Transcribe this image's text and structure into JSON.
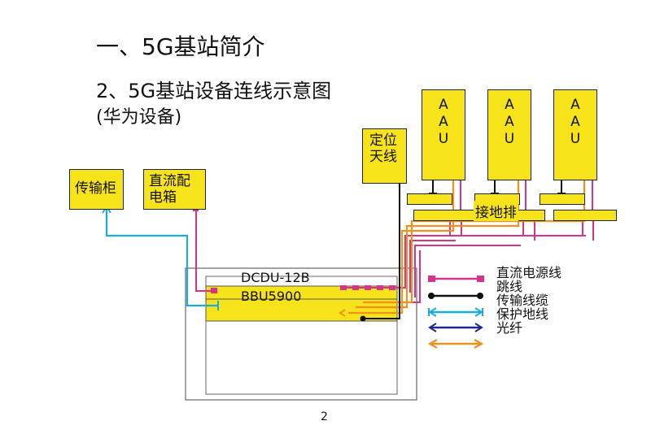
{
  "slide": {
    "title": "一、5G基站简介",
    "subtitle": "2、5G基站设备连线示意图",
    "subtitle_note": "(华为设备)",
    "page_number": "2"
  },
  "diagram": {
    "transmission_cabinet": "传输柜",
    "dc_distribution_box_line1": "直流配",
    "dc_distribution_box_line2": "电箱",
    "gps_antenna_line1": "定位",
    "gps_antenna_line2": "天线",
    "dcdu_label": "DCDU-12B",
    "bbu_label": "BBU5900",
    "grounding_bar": "接地排",
    "aau_units": [
      {
        "letters": [
          "A",
          "A",
          "U"
        ]
      },
      {
        "letters": [
          "A",
          "A",
          "U"
        ]
      },
      {
        "letters": [
          "A",
          "A",
          "U"
        ]
      }
    ]
  },
  "legend": [
    {
      "label": "直流电源线",
      "color": "#d6338a",
      "style": "power"
    },
    {
      "label": "跳线",
      "color": "#111111",
      "style": "jumper"
    },
    {
      "label": "传输线缆",
      "color": "#1eaadf",
      "style": "transmission"
    },
    {
      "label": "保护地线",
      "color": "#1e2a8a",
      "style": "ground"
    },
    {
      "label": "光纤",
      "color": "#f0901e",
      "style": "fiber"
    }
  ],
  "colors": {
    "box_fill": "#f7e31a",
    "power": "#d6338a",
    "transmission": "#1eaadf",
    "ground": "#1e2a8a",
    "fiber": "#f0901e",
    "jumper": "#111111"
  }
}
